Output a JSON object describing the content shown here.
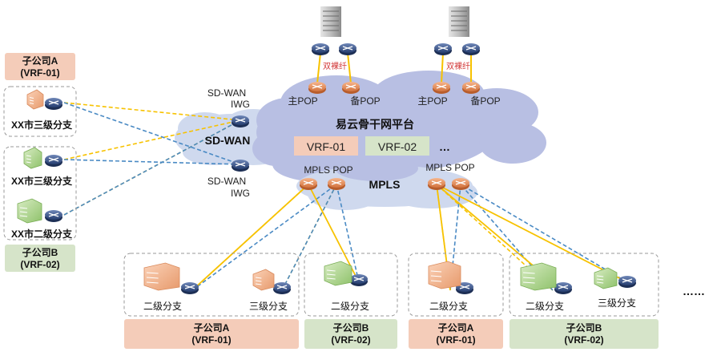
{
  "platform": {
    "title": "易云骨干网平台",
    "more": "…"
  },
  "vrf_tags": [
    "VRF-01",
    "VRF-02"
  ],
  "clouds": {
    "sdwan": "SD-WAN",
    "mpls": "MPLS"
  },
  "sdwan_iwg": {
    "line1": "SD-WAN",
    "line2": "IWG"
  },
  "mpls_pop": "MPLS POP",
  "datacenter": {
    "dual_fiber": "双裸纤",
    "main_pop": "主POP",
    "backup_pop": "备POP"
  },
  "left_groups": {
    "a": {
      "name": "子公司A",
      "vrf": "(VRF-01)",
      "site": "XX市三级分支"
    },
    "b": {
      "name": "子公司B",
      "vrf": "(VRF-02)",
      "site1": "XX市三级分支",
      "site2": "XX市二级分支"
    }
  },
  "bottom_groups": [
    {
      "name": "子公司A",
      "vrf": "(VRF-01)",
      "site1": "二级分支",
      "site2": "三级分支"
    },
    {
      "name": "子公司B",
      "vrf": "(VRF-02)",
      "site1": "二级分支"
    },
    {
      "name": "子公司A",
      "vrf": "(VRF-01)",
      "site1": "二级分支"
    },
    {
      "name": "子公司B",
      "vrf": "(VRF-02)",
      "site1": "二级分支",
      "site2": "三级分支"
    }
  ],
  "ellipsis": "……",
  "colors": {
    "cloud": "#b8bfe3",
    "cloud_light": "#cfd9ee",
    "orange_label": "#f4ccb9",
    "green_label": "#d6e4c9",
    "yellow_line": "#f7c200",
    "blue_line": "#4a8ac4",
    "orange_router": "#e8925e",
    "blue_router": "#334f86"
  }
}
